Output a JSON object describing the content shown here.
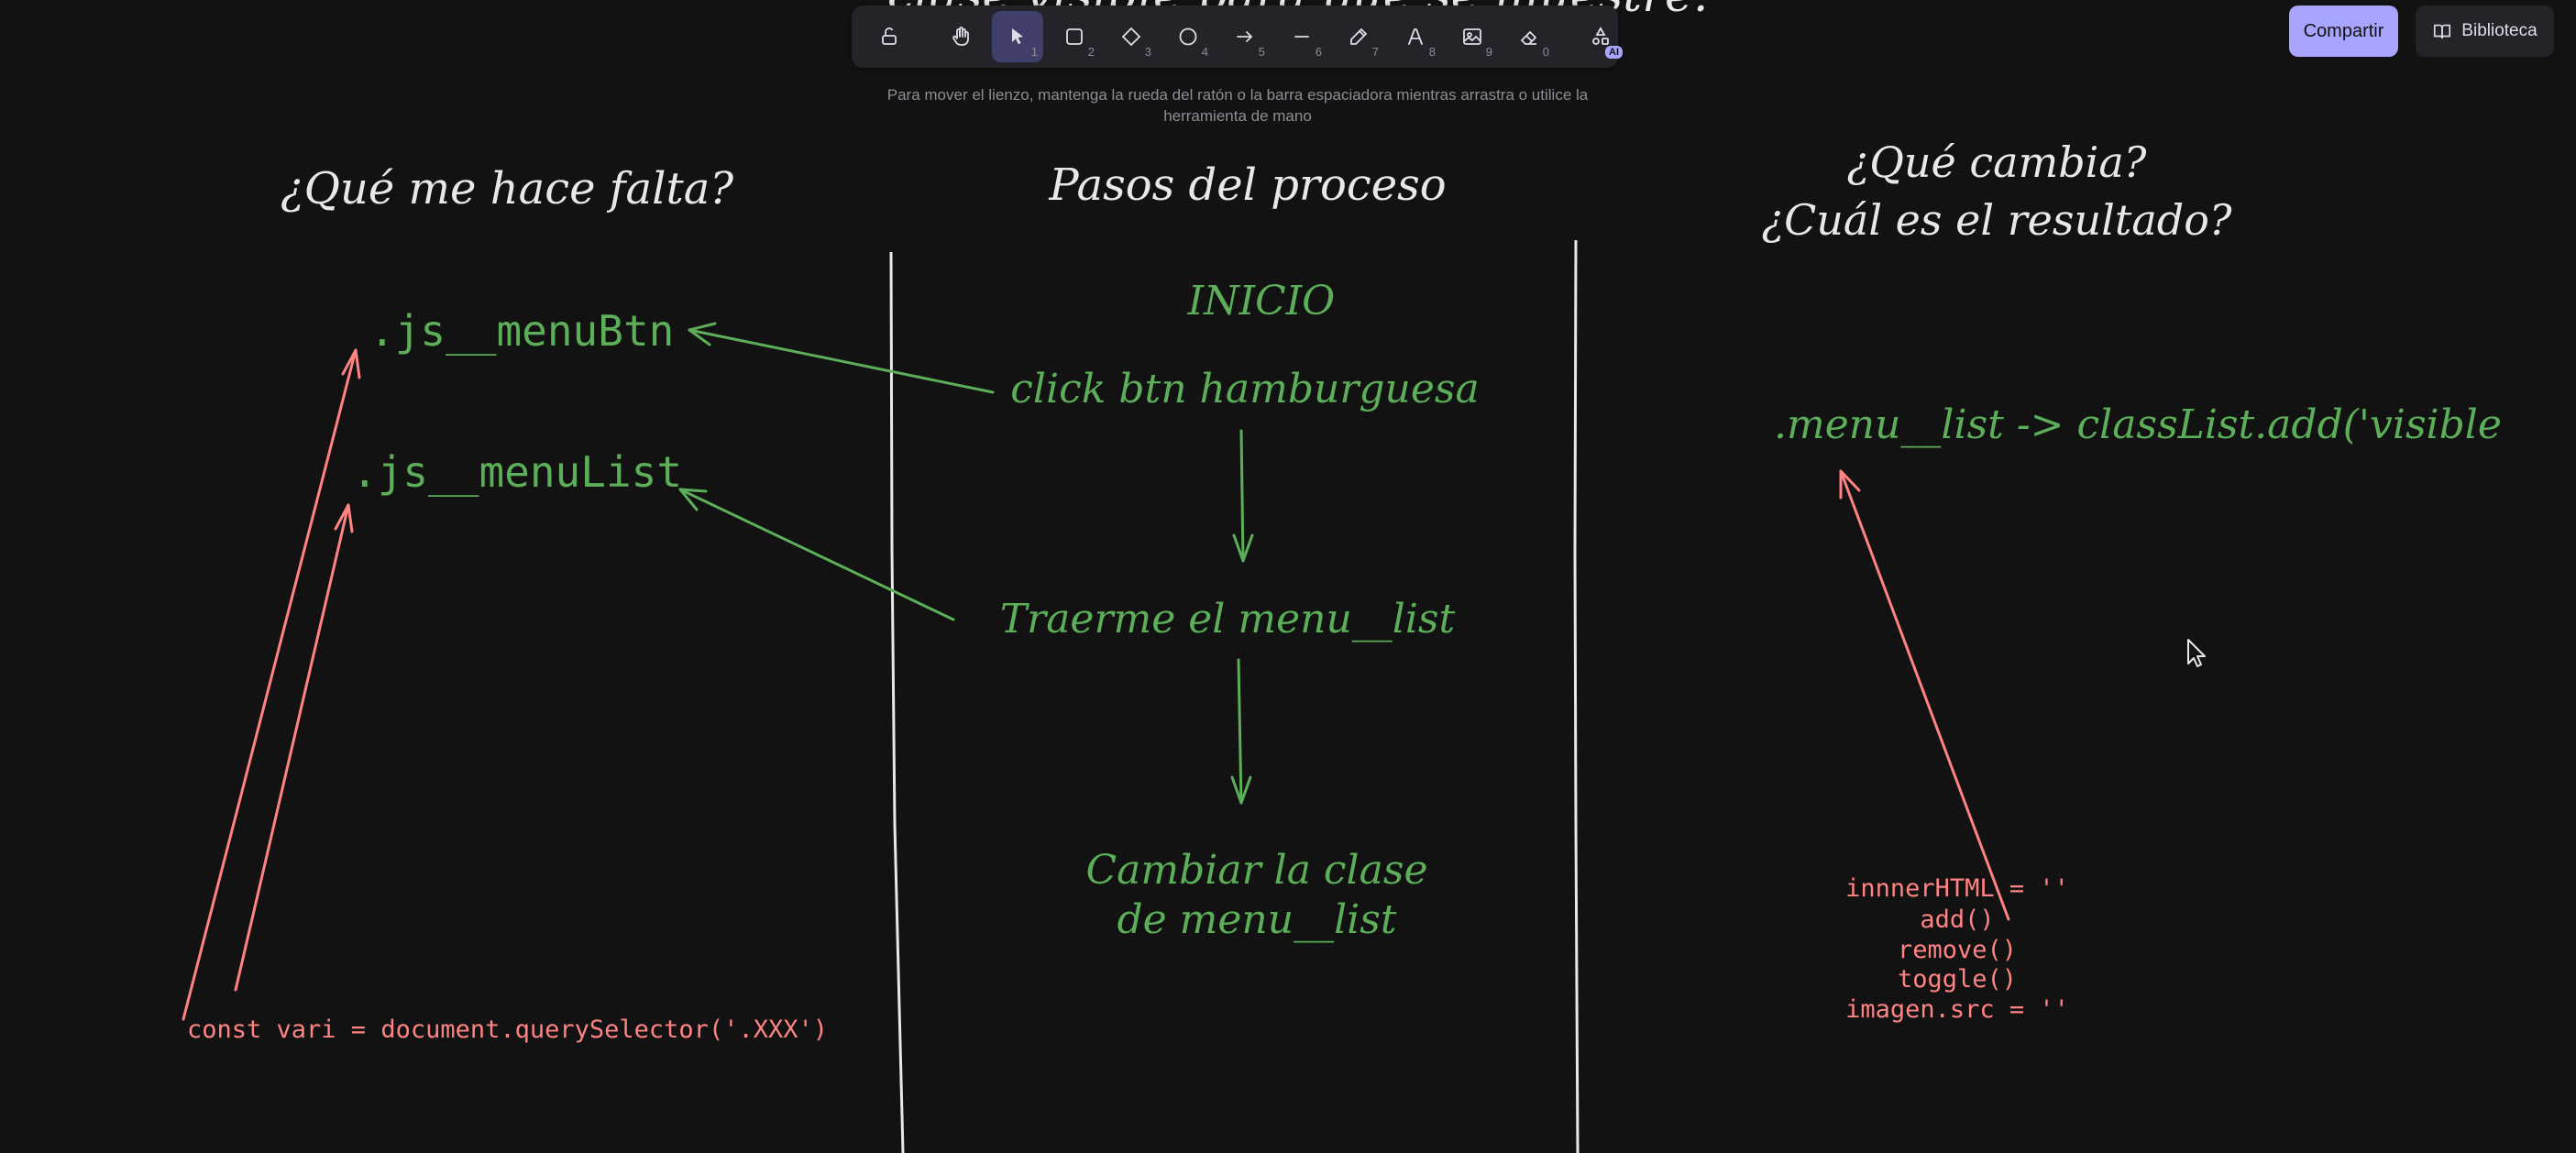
{
  "toolbar": {
    "tools": [
      {
        "name": "lock-icon",
        "key": ""
      },
      {
        "name": "hand-icon",
        "key": ""
      },
      {
        "name": "selection-icon",
        "key": "1",
        "active": true
      },
      {
        "name": "rectangle-icon",
        "key": "2"
      },
      {
        "name": "diamond-icon",
        "key": "3"
      },
      {
        "name": "ellipse-icon",
        "key": "4"
      },
      {
        "name": "arrow-icon",
        "key": "5"
      },
      {
        "name": "line-icon",
        "key": "6"
      },
      {
        "name": "pencil-icon",
        "key": "7"
      },
      {
        "name": "text-icon",
        "key": "8"
      },
      {
        "name": "image-icon",
        "key": "9"
      },
      {
        "name": "eraser-icon",
        "key": "0"
      },
      {
        "name": "shapes-ai-icon",
        "badge": "AI"
      }
    ]
  },
  "hint": "Para mover el lienzo, mantenga la rueda del ratón o la barra espaciadora mientras arrastra o utilice la herramienta de mano",
  "header": {
    "share_label": "Compartir",
    "library_label": "Biblioteca"
  },
  "canvas": {
    "top_text": "clase visible para que se muestre.",
    "col1_title": "¿Qué me hace falta?",
    "col2_title": "Pasos del proceso",
    "col3_title_line1": "¿Qué cambia?",
    "col3_title_line2": "¿Cuál es el resultado?",
    "menu_btn": ".js__menuBtn",
    "menu_list": ".js__menuList",
    "inicio": "INICIO",
    "step1": "click btn hamburguesa",
    "step2": "Traerme el menu__list",
    "step3_line1": "Cambiar la clase",
    "step3_line2": "de menu__list",
    "result": ".menu__list -> classList.add('visible",
    "code_left": "const vari = document.querySelector('.XXX')",
    "code_right": [
      "innnerHTML = ''",
      "add()",
      "remove()",
      "toggle()",
      "imagen.src = ''"
    ]
  },
  "colors": {
    "background": "#121212",
    "white_text": "#e8e8e8",
    "green": "#5cae58",
    "red": "#ff8383",
    "accent": "#a8a5ff",
    "toolbar_bg": "#232329"
  }
}
